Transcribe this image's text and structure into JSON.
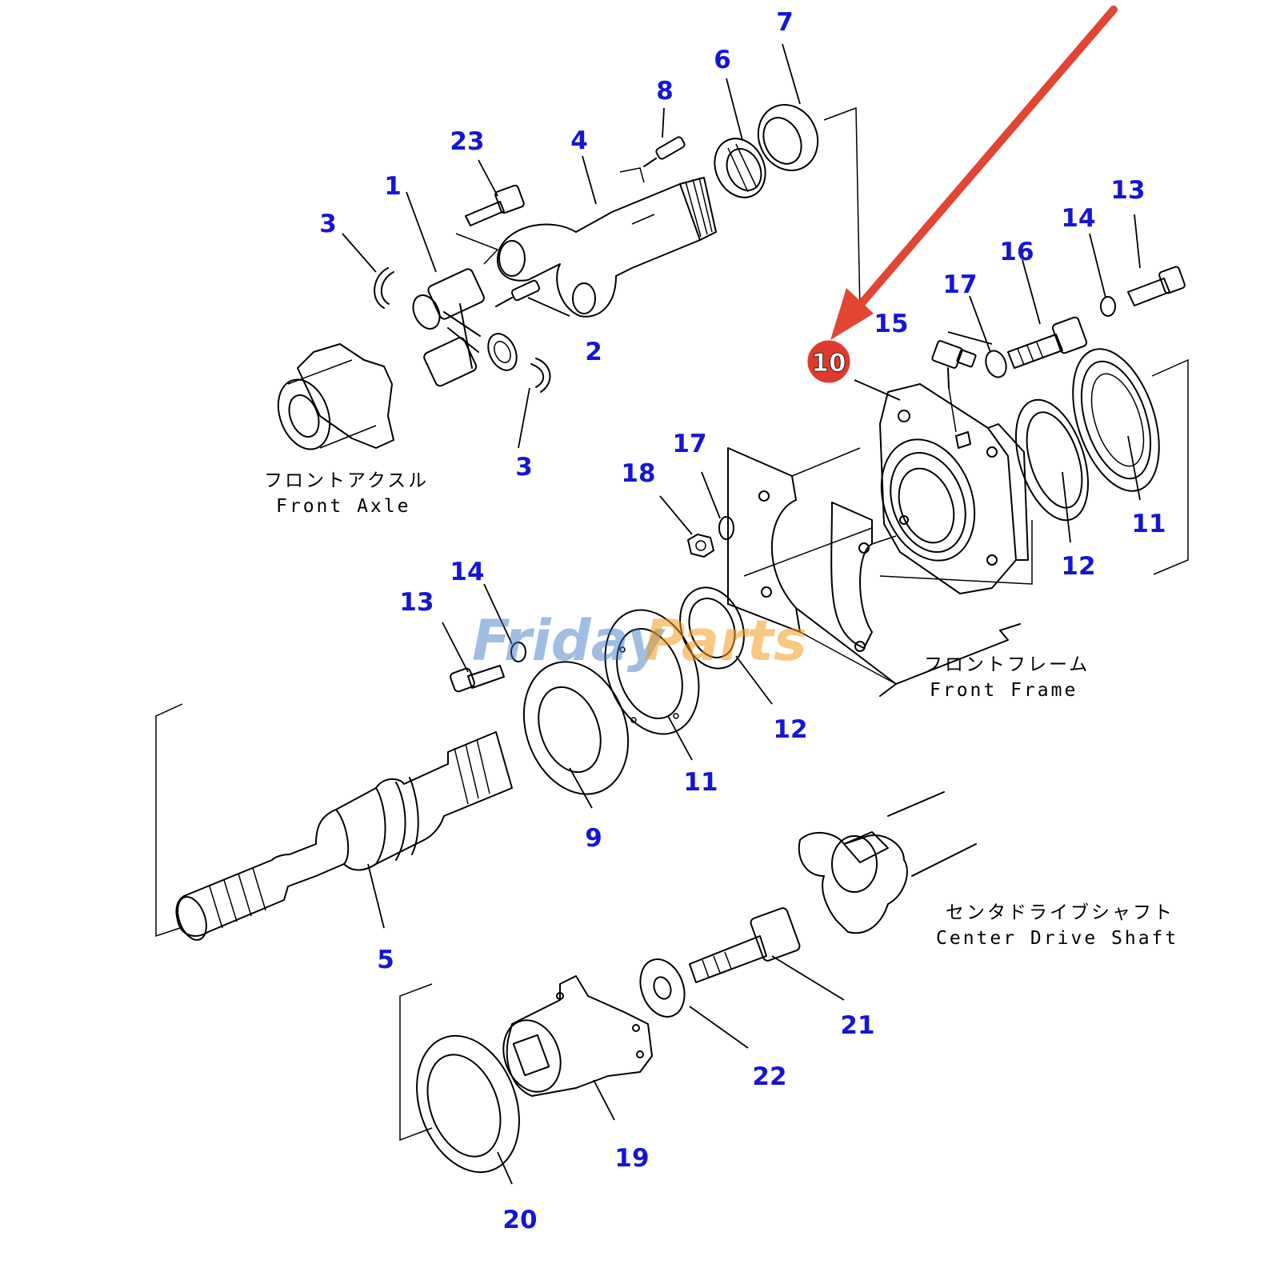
{
  "colors": {
    "part_number": "#1515d6",
    "highlight": "#e03a2c",
    "arrow": "#e24532",
    "watermark_blue": "#2f6fbf",
    "watermark_orange": "#f39a1a"
  },
  "watermark": {
    "part1": "Friday",
    "part2": "Parts"
  },
  "highlighted_part": "10",
  "part_labels": [
    "1",
    "2",
    "3",
    "3",
    "4",
    "5",
    "6",
    "7",
    "8",
    "9",
    "11",
    "11",
    "12",
    "12",
    "13",
    "13",
    "14",
    "14",
    "15",
    "16",
    "17",
    "17",
    "18",
    "19",
    "20",
    "21",
    "22",
    "23"
  ],
  "captions": {
    "front_axle_jp": "フロントアクスル",
    "front_axle_en": "Front Axle",
    "front_frame_jp": "フロントフレーム",
    "front_frame_en": "Front Frame",
    "center_shaft_jp": "センタドライブシャフト",
    "center_shaft_en": "Center Drive Shaft"
  }
}
